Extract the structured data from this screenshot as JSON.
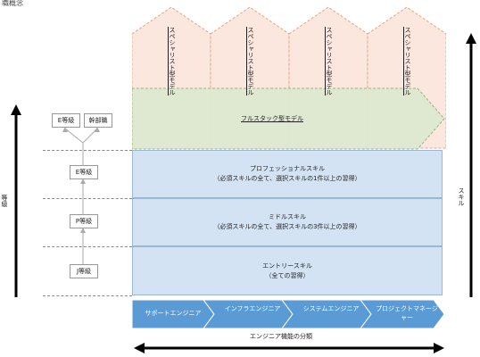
{
  "caption": "職概念",
  "axes": {
    "left_label": "等級",
    "right_label": "スキル",
    "bottom_label": "エンジニア機能の分類"
  },
  "grades": {
    "top_left": "E等級",
    "top_right": "幹部職",
    "g2": "E等級",
    "g3": "P等級",
    "g4": "J等級"
  },
  "skills": {
    "professional": {
      "title": "プロフェッショナルスキル",
      "desc": "（必須スキルの全て、選択スキルの1件以上の習得）"
    },
    "middle": {
      "title": "ミドルスキル",
      "desc": "（必須スキルの全て、選択スキルの3件以上の習得）"
    },
    "entry": {
      "title": "エントリースキル",
      "desc": "（全ての習得）"
    }
  },
  "models": {
    "specialist": [
      "スペシャリスト型モデル",
      "スペシャリスト型モデル",
      "スペシャリスト型モデル",
      "スペシャリスト型モデル"
    ],
    "fullstack": "フルスタック型モデル"
  },
  "functions": [
    "サポートエンジニア",
    "インフラエンジニア",
    "システムエンジニア",
    "プロジェクトマネージャー"
  ],
  "colors": {
    "band": "#d3e3f3",
    "specialist": "#fce7df",
    "fullstack": "#dde8cf",
    "function": "#5b9bd5"
  }
}
